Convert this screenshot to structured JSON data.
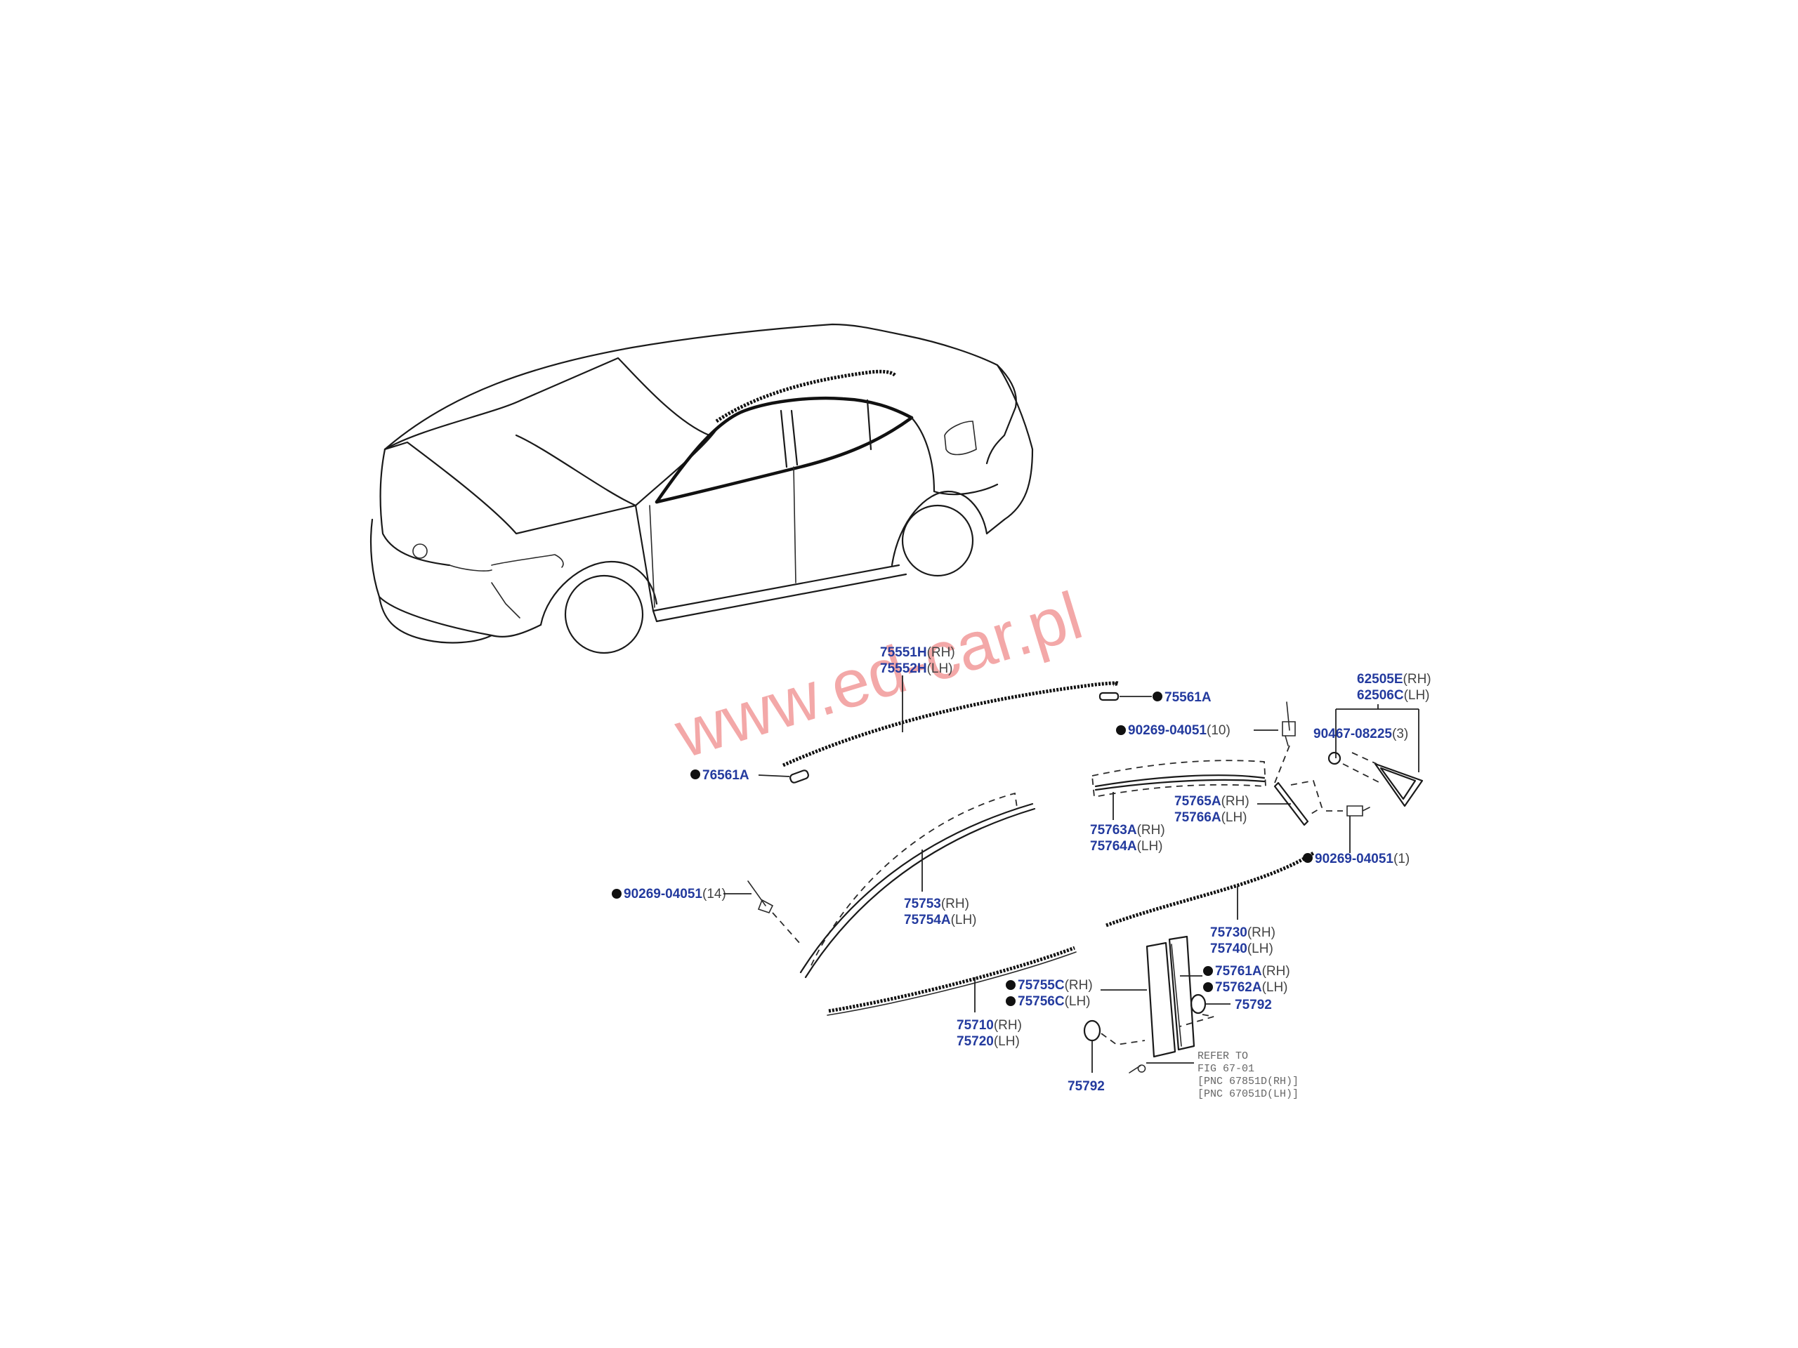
{
  "diagram": {
    "type": "exploded-parts-diagram",
    "subject": "sedan body side moldings / window frame moldings",
    "watermark": "www.ed-car.pl",
    "colors": {
      "part_number": "#233a9e",
      "line_art": "#1a1a1a",
      "watermark": "#f08c8c",
      "reference_text": "#666666",
      "background": "#ffffff"
    },
    "labels": {
      "roof_molding": {
        "rh": "75551H",
        "rh_side": "(RH)",
        "lh": "75552H",
        "lh_side": "(LH)"
      },
      "roof_clip_rear": {
        "pn": "75561A"
      },
      "roof_clip_front": {
        "pn": "76561A"
      },
      "clip_10": {
        "pn": "90269-04051",
        "qty": "(10)"
      },
      "nut_3": {
        "pn": "90467-08225",
        "qty": "(3)"
      },
      "quarter_window": {
        "rh": "62505E",
        "rh_side": "(RH)",
        "lh": "62506C",
        "lh_side": "(LH)"
      },
      "rear_upper_frame": {
        "rh": "75763A",
        "rh_side": "(RH)",
        "lh": "75764A",
        "lh_side": "(LH)"
      },
      "rear_corner_piece": {
        "rh": "75765A",
        "rh_side": "(RH)",
        "lh": "75766A",
        "lh_side": "(LH)"
      },
      "clip_1": {
        "pn": "90269-04051",
        "qty": "(1)"
      },
      "clip_14": {
        "pn": "90269-04051",
        "qty": "(14)"
      },
      "front_upper_frame": {
        "rh": "75753",
        "rh_side": "(RH)",
        "lh": "75754A",
        "lh_side": "(LH)"
      },
      "rear_belt_molding": {
        "rh": "75730",
        "rh_side": "(RH)",
        "lh": "75740",
        "lh_side": "(LH)"
      },
      "rear_pillar_garnish": {
        "rh": "75761A",
        "rh_side": "(RH)",
        "lh": "75762A",
        "lh_side": "(LH)"
      },
      "front_pillar_garnish": {
        "rh": "75755C",
        "rh_side": "(RH)",
        "lh": "75756C",
        "lh_side": "(LH)"
      },
      "clip_right": {
        "pn": "75792"
      },
      "clip_left": {
        "pn": "75792"
      },
      "front_belt_molding": {
        "rh": "75710",
        "rh_side": "(RH)",
        "lh": "75720",
        "lh_side": "(LH)"
      },
      "reference": {
        "line1": "REFER TO",
        "line2": "FIG 67-01",
        "line3": "[PNC 67851D(RH)]",
        "line4": "[PNC 67051D(LH)]"
      }
    }
  }
}
